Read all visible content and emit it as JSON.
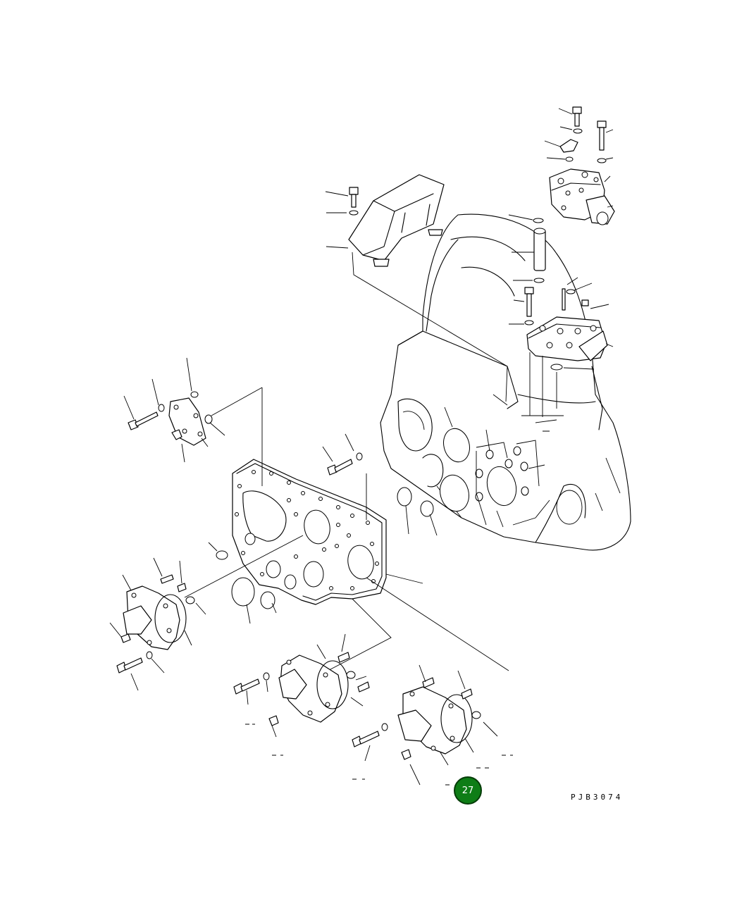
{
  "diagram": {
    "badge_number": "27",
    "drawing_code": "PJB3074",
    "callout_count": 60
  }
}
